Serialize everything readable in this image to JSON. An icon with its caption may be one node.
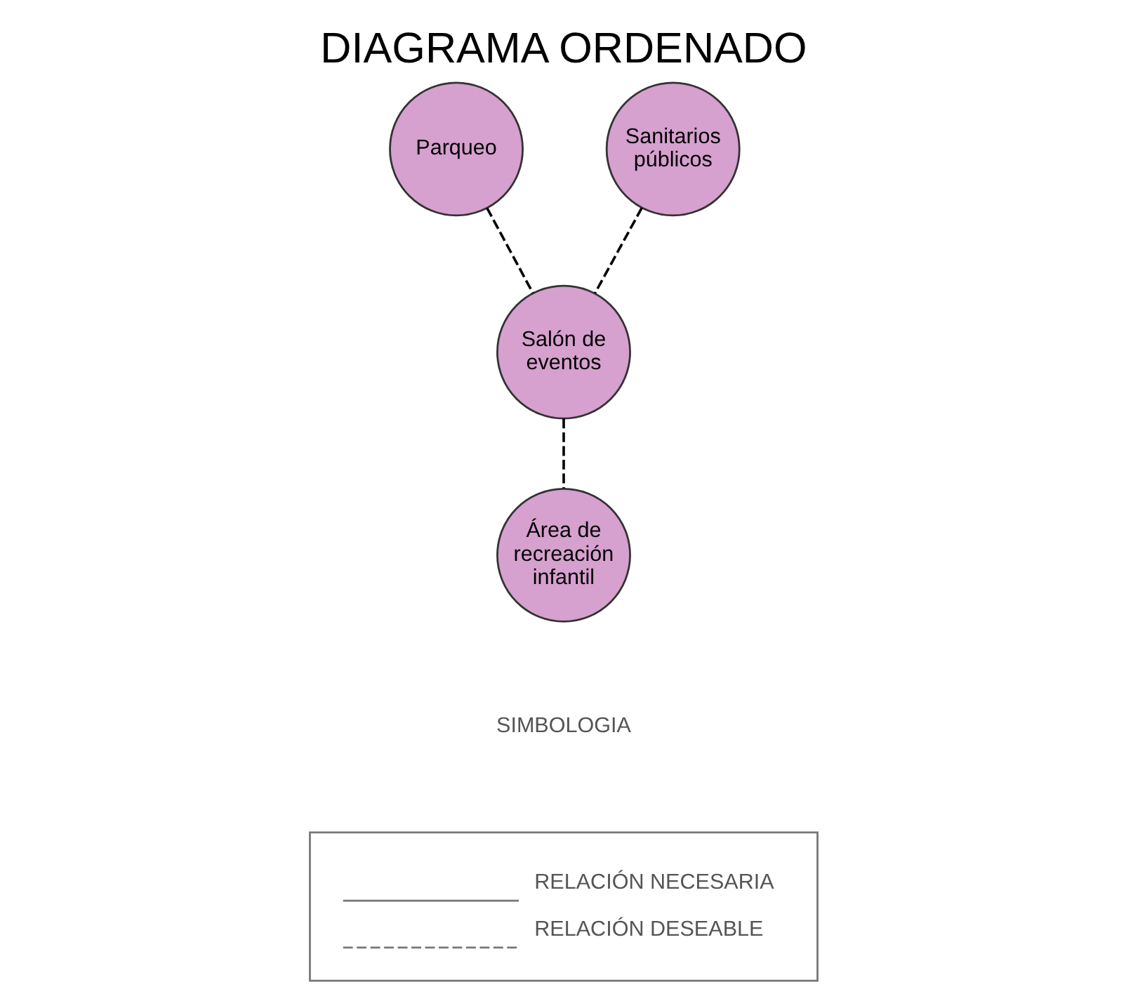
{
  "diagram": {
    "title": "DIAGRAMA ORDENADO",
    "nodes": [
      {
        "text": [
          "Parqueo"
        ]
      },
      {
        "text": [
          "Sanitarios públicos"
        ]
      },
      {
        "text": [
          "Salón de eventos"
        ]
      },
      {
        "text": [
          "Área de recreación infantil"
        ]
      }
    ],
    "edges": [
      {
        "from": 0,
        "to": 2,
        "arrow": "none",
        "style": "dashed"
      },
      {
        "from": 1,
        "to": 2,
        "arrow": "none",
        "style": "dashed"
      },
      {
        "from": 2,
        "to": 3,
        "arrow": "none",
        "style": "dashed"
      }
    ],
    "labels": [
      "SIMBOLOGIA"
    ],
    "legend": [
      {
        "text": "RELACIÓN NECESARIA"
      },
      {
        "text": "RELACIÓN DESEABLE"
      }
    ]
  }
}
